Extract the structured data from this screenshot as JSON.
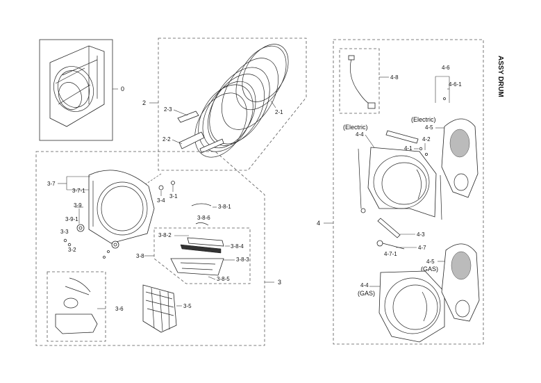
{
  "title": "ASSY DRUM",
  "labels": {
    "l0": "0",
    "l2": "2",
    "l2_1": "2-1",
    "l2_2": "2-2",
    "l2_3": "2-3",
    "l3": "3",
    "l3_1": "3-1",
    "l3_2": "3-2",
    "l3_3": "3-3",
    "l3_4": "3-4",
    "l3_5": "3-5",
    "l3_6": "3-6",
    "l3_7": "3-7",
    "l3_7_1": "3-7-1",
    "l3_8": "3-8",
    "l3_8_1": "3-8-1",
    "l3_8_2": "3-8-2",
    "l3_8_3": "3-8-3",
    "l3_8_4": "3-8-4",
    "l3_8_5": "3-8-5",
    "l3_8_6": "3-8-6",
    "l3_9": "3-9",
    "l3_9_1": "3-9-1",
    "l4": "4",
    "l4_1": "4-1",
    "l4_2": "4-2",
    "l4_3": "4-3",
    "l4_4a": "4-4",
    "l4_4b": "4-4",
    "l4_5a": "4-5",
    "l4_5b": "4-5",
    "l4_6": "4-6",
    "l4_6_1": "4-6-1",
    "l4_7": "4-7",
    "l4_7_1": "4-7-1",
    "l4_8": "4-8",
    "electric_a": "(Electric)",
    "electric_b": "(Electric)",
    "gas_a": "(GAS)",
    "gas_b": "(GAS)"
  }
}
